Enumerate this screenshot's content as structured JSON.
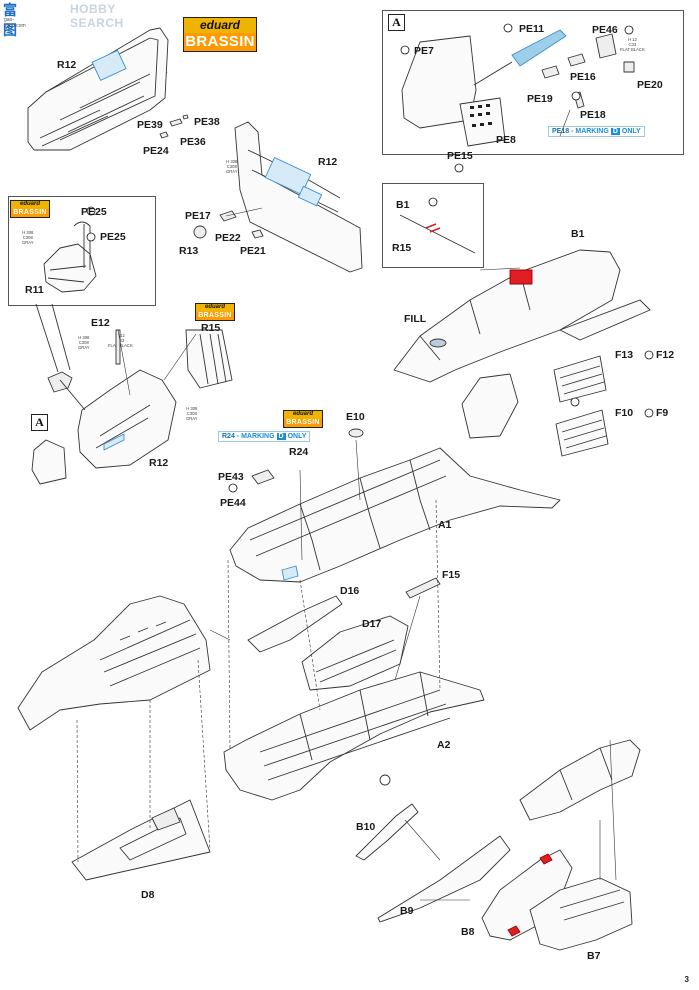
{
  "watermark": {
    "glyphs": "富图",
    "site": "gao-shou.com",
    "mark": "HOBBY SEARCH"
  },
  "brand": {
    "top": "eduard",
    "bottom": "BRASSIN"
  },
  "step_letter": "A",
  "paint_codes": {
    "gray": "H 308\nC308\nGRAY",
    "flat_black": "H 12\nC33\nFLAT BLACK"
  },
  "markings": {
    "pe18": {
      "part": "PE18",
      "text": "MARKING",
      "letter": "D",
      "suffix": "ONLY"
    },
    "r24": {
      "part": "R24",
      "text": "MARKING",
      "letter": "D",
      "suffix": "ONLY"
    }
  },
  "part_labels": {
    "r12_top": "R12",
    "pe39": "PE39",
    "pe38": "PE38",
    "pe24": "PE24",
    "pe36": "PE36",
    "r12_mid": "R12",
    "pe17": "PE17",
    "pe22": "PE22",
    "pe21": "PE21",
    "r13": "R13",
    "pe25a": "PE25",
    "pe25b": "PE25",
    "r11": "R11",
    "e12": "E12",
    "r15": "R15",
    "r12_low": "R12",
    "pe11": "PE11",
    "pe46": "PE46",
    "pe7": "PE7",
    "pe16": "PE16",
    "pe20": "PE20",
    "pe19": "PE19",
    "pe18": "PE18",
    "pe8": "PE8",
    "pe15": "PE15",
    "b1a": "B1",
    "b1b": "B1",
    "r15b": "R15",
    "fill": "FILL",
    "f13": "F13",
    "f12": "F12",
    "f10": "F10",
    "f9": "F9",
    "e10": "E10",
    "r24": "R24",
    "pe43": "PE43",
    "pe44": "PE44",
    "a1": "A1",
    "d16": "D16",
    "f15": "F15",
    "d17": "D17",
    "a2": "A2",
    "d8": "D8",
    "b10": "B10",
    "b9": "B9",
    "b8": "B8",
    "b7": "B7"
  },
  "page_number": "3"
}
